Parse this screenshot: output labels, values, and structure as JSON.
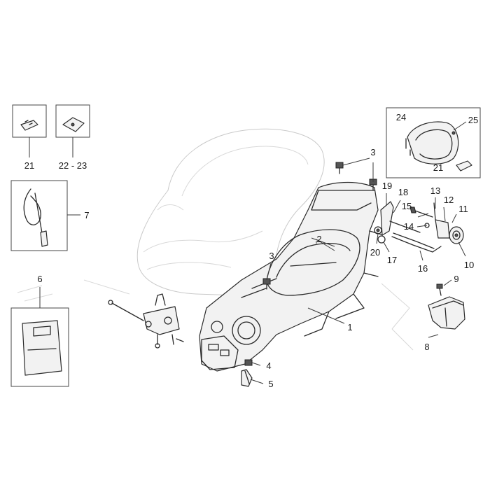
{
  "callouts": [
    {
      "id": "c1",
      "text": "1"
    },
    {
      "id": "c2",
      "text": "2"
    },
    {
      "id": "c3a",
      "text": "3"
    },
    {
      "id": "c3b",
      "text": "3"
    },
    {
      "id": "c4",
      "text": "4"
    },
    {
      "id": "c5",
      "text": "5"
    },
    {
      "id": "c6",
      "text": "6"
    },
    {
      "id": "c7",
      "text": "7"
    },
    {
      "id": "c8",
      "text": "8"
    },
    {
      "id": "c9",
      "text": "9"
    },
    {
      "id": "c10",
      "text": "10"
    },
    {
      "id": "c11",
      "text": "11"
    },
    {
      "id": "c12",
      "text": "12"
    },
    {
      "id": "c13",
      "text": "13"
    },
    {
      "id": "c14",
      "text": "14"
    },
    {
      "id": "c15",
      "text": "15"
    },
    {
      "id": "c16",
      "text": "16"
    },
    {
      "id": "c17",
      "text": "17"
    },
    {
      "id": "c18",
      "text": "18"
    },
    {
      "id": "c19",
      "text": "19"
    },
    {
      "id": "c20",
      "text": "20"
    },
    {
      "id": "c21a",
      "text": "21"
    },
    {
      "id": "c21b",
      "text": "21"
    },
    {
      "id": "c2223",
      "text": "22 - 23"
    },
    {
      "id": "c24",
      "text": "24"
    },
    {
      "id": "c25",
      "text": "25"
    }
  ]
}
